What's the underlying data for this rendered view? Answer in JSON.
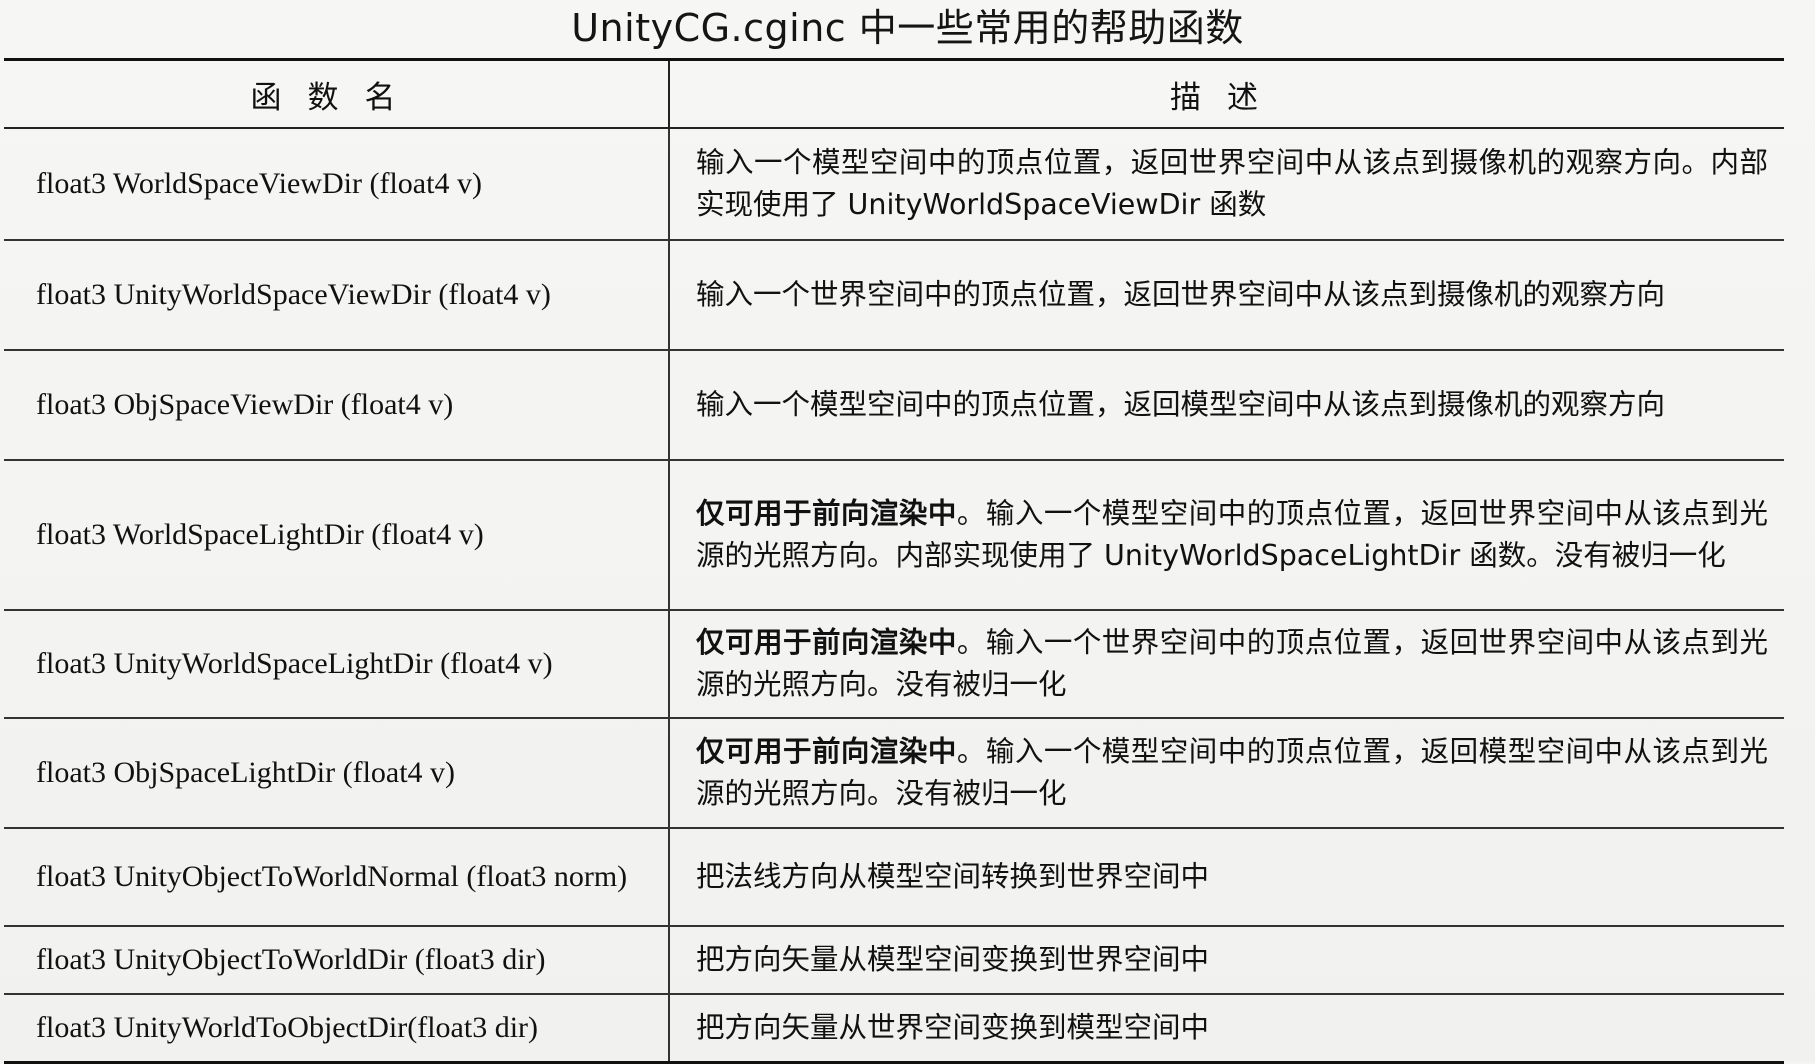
{
  "caption": "UnityCG.cginc 中一些常用的帮助函数",
  "table": {
    "headers": [
      "函数名",
      "描述"
    ],
    "rows": [
      {
        "function": "float3 WorldSpaceViewDir (float4 v)",
        "desc_bold": "",
        "desc": "输入一个模型空间中的顶点位置，返回世界空间中从该点到摄像机的观察方向。内部实现使用了 UnityWorldSpaceViewDir 函数"
      },
      {
        "function": "float3 UnityWorldSpaceViewDir (float4 v)",
        "desc_bold": "",
        "desc": "输入一个世界空间中的顶点位置，返回世界空间中从该点到摄像机的观察方向"
      },
      {
        "function": "float3 ObjSpaceViewDir (float4 v)",
        "desc_bold": "",
        "desc": "输入一个模型空间中的顶点位置，返回模型空间中从该点到摄像机的观察方向"
      },
      {
        "function": "float3 WorldSpaceLightDir (float4 v)",
        "desc_bold": "仅可用于前向渲染中",
        "desc": "。输入一个模型空间中的顶点位置，返回世界空间中从该点到光源的光照方向。内部实现使用了 UnityWorldSpaceLightDir 函数。没有被归一化"
      },
      {
        "function": "float3 UnityWorldSpaceLightDir (float4 v)",
        "desc_bold": "仅可用于前向渲染中",
        "desc": "。输入一个世界空间中的顶点位置，返回世界空间中从该点到光源的光照方向。没有被归一化"
      },
      {
        "function": "float3 ObjSpaceLightDir (float4 v)",
        "desc_bold": "仅可用于前向渲染中",
        "desc": "。输入一个模型空间中的顶点位置，返回模型空间中从该点到光源的光照方向。没有被归一化"
      },
      {
        "function": "float3 UnityObjectToWorldNormal (float3 norm)",
        "desc_bold": "",
        "desc": "把法线方向从模型空间转换到世界空间中"
      },
      {
        "function": "float3 UnityObjectToWorldDir (float3 dir)",
        "desc_bold": "",
        "desc": "把方向矢量从模型空间变换到世界空间中"
      },
      {
        "function": "float3 UnityWorldToObjectDir(float3 dir)",
        "desc_bold": "",
        "desc": "把方向矢量从世界空间变换到模型空间中"
      }
    ]
  }
}
